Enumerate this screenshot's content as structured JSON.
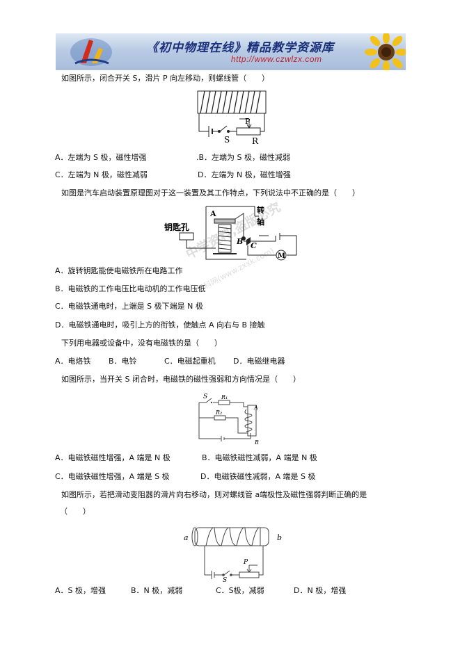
{
  "banner": {
    "title": "《初中物理在线》精品教学资源库",
    "url": "http://www.czwlzx.com"
  },
  "watermark": {
    "line1": "中学资料,盗版必究",
    "line2": "学科网(www.zxxk.com)"
  },
  "q1": {
    "stem": "如图所示，闭合开关 S，滑片 P 向左移动，则螺线管（　　）",
    "fig_labels": {
      "p": "P",
      "s": "S",
      "r": "R"
    },
    "options": [
      "A．左端为 S 极，磁性增强",
      ".B．左端为 S 极，磁性减弱",
      "C．左端为 N 极，磁性减弱",
      "D．左端为 N 极，磁性增强"
    ]
  },
  "q2": {
    "stem": "如图是汽车启动装置原理图对于这一装置及其工作特点，下列说法中不正确的是（　　）",
    "fig_labels": {
      "keyhole": "钥匙孔",
      "a": "A",
      "b": "B",
      "c": "C",
      "pivot1": "转",
      "pivot2": "轴",
      "motor": "M"
    },
    "options": [
      "A．旋转钥匙能使电磁铁所在电路工作",
      "B．电磁铁的工作电压比电动机的工作电压低",
      "C．电磁铁通电时，上端是 S 极下端是 N 极",
      "D．电磁铁通电时，吸引上方的衔铁，使触点 A 向右与 B 接触"
    ]
  },
  "q3": {
    "stem": "下列用电器或设备中，没有电磁铁的是（　　）",
    "options": [
      "A．电烙铁",
      "B．电铃",
      "C．电磁起重机",
      "D．电磁继电器"
    ]
  },
  "q4": {
    "stem": "如图所示，当开关 S 闭合时，电磁铁的磁性强弱和方向情况是（　　）",
    "fig_labels": {
      "s": "S",
      "r1": "R₁",
      "r2": "R₂",
      "a": "A",
      "b": "B"
    },
    "options": [
      "A．电磁铁磁性增强，A 端是 N 极",
      "B．电磁铁磁性减弱，A 端是 N 极",
      "C．电磁铁磁性增强，A 端是 S 极",
      "D．电磁铁磁性减弱，A 端是 S 极"
    ]
  },
  "q5": {
    "stem": "如图所示，若把滑动变阻器的滑片向右移动，则对螺线管 a端极性及磁性强弱判断正确的是",
    "stem2": "（　　）",
    "fig_labels": {
      "a": "a",
      "b": "b",
      "p": "P",
      "s": "S"
    },
    "options": [
      "A．S 极，增强",
      "B．N 极，减弱",
      "C．S极，减弱",
      "D．N 极，增强"
    ]
  }
}
